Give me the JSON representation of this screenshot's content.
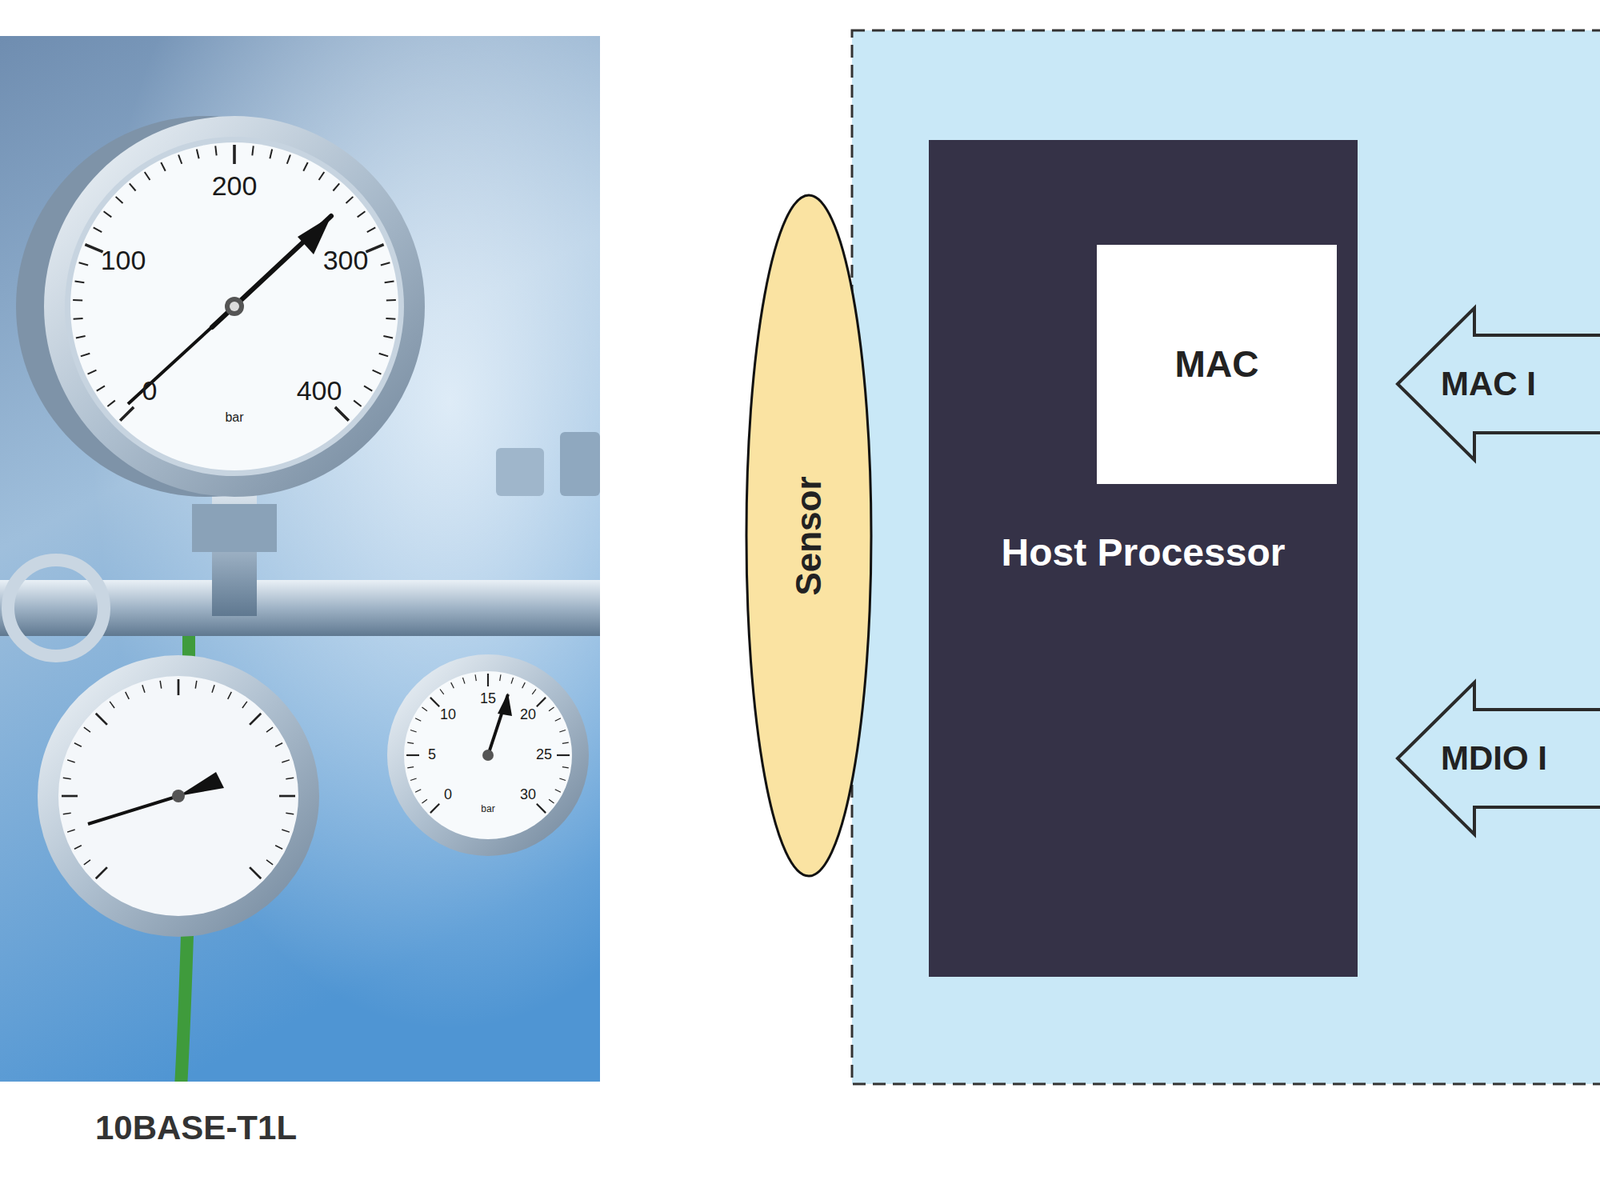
{
  "diagram": {
    "nodes": [
      {
        "text": [
          "Sensor"
        ]
      },
      {
        "text": [
          "Host Processor"
        ]
      },
      {
        "text": [
          "MAC"
        ],
        "in": 1
      },
      {
        "text": [
          "MAC I"
        ]
      },
      {
        "text": [
          "MDIO I"
        ]
      }
    ],
    "labels": [
      "200",
      "100",
      "300",
      "400",
      "0",
      "bar",
      "10",
      "15",
      "20",
      "25",
      "30",
      "5",
      "0",
      "bar",
      "10BASE-T1L"
    ]
  }
}
